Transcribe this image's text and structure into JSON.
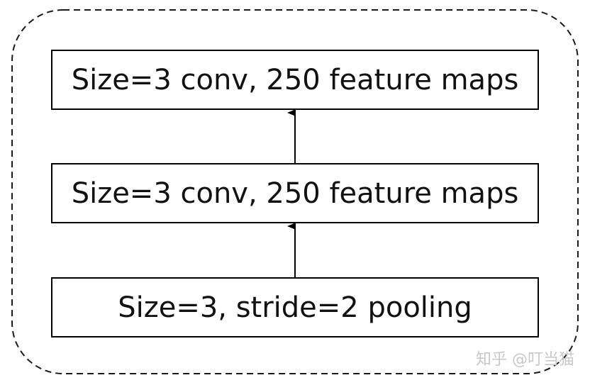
{
  "diagram": {
    "blocks": {
      "top": "Size=3 conv, 250 feature maps",
      "middle": "Size=3 conv, 250 feature maps",
      "bottom": "Size=3, stride=2 pooling"
    },
    "colors": {
      "box_border": "#000000",
      "container_border": "#1a1a1a",
      "arrow": "#000000",
      "text": "#111111"
    }
  },
  "watermark": "知乎 @叮当猫"
}
